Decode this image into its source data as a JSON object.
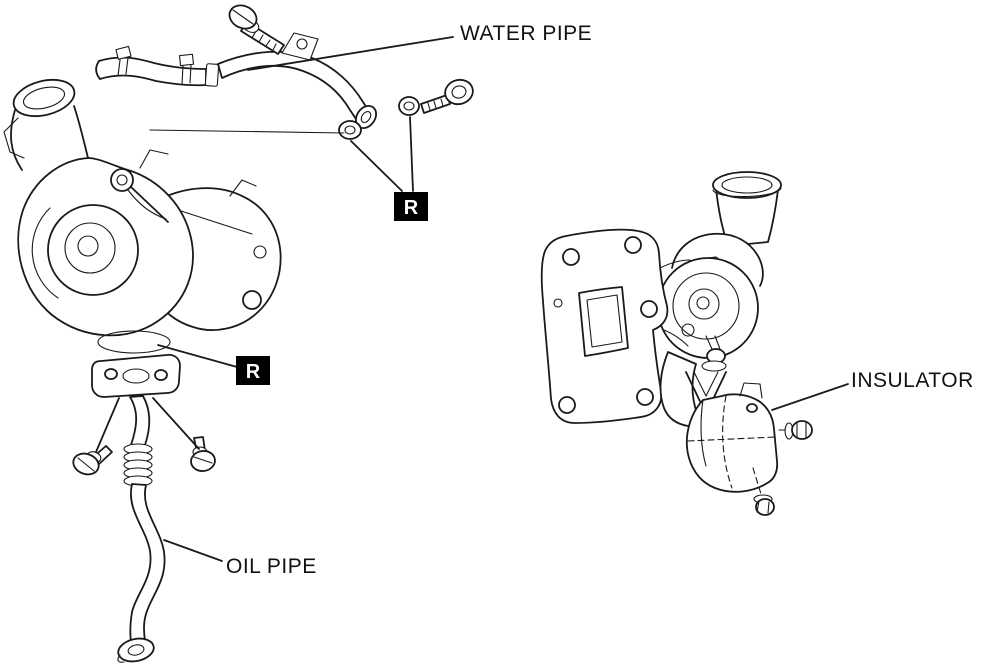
{
  "figure": {
    "labels": {
      "water_pipe": "WATER PIPE",
      "oil_pipe": "OIL PIPE",
      "insulator": "INSULATOR"
    },
    "markers": {
      "replace": "R"
    },
    "colors": {
      "line": "#1a1a1a",
      "background": "#ffffff",
      "marker_bg": "#000000",
      "marker_text": "#ffffff"
    }
  }
}
